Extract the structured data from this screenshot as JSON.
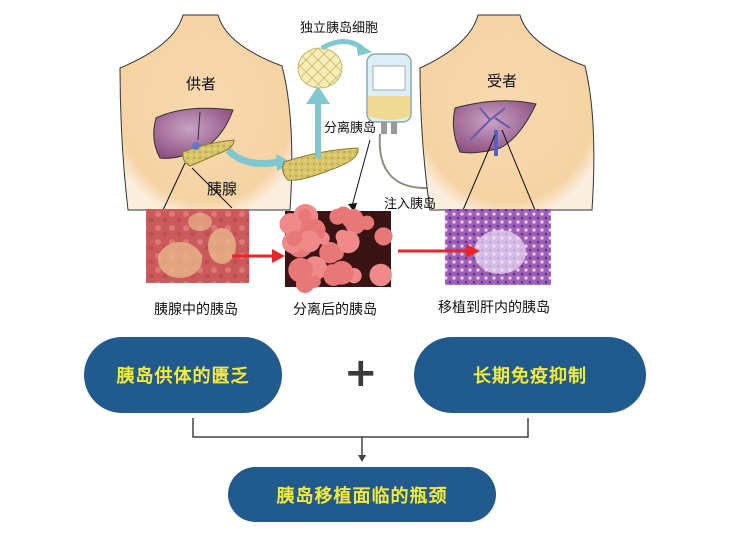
{
  "labels": {
    "donor": "供者",
    "recipient": "受者",
    "isolated_cells": "独立胰岛细胞",
    "isolate_islets": "分离胰岛",
    "pancreas": "胰腺",
    "inject_islets": "注入胰岛"
  },
  "captions": [
    "胰腺中的胰岛",
    "分离后的胰岛",
    "移植到肝内的胰岛"
  ],
  "flow": {
    "left": "胰岛供体的匮乏",
    "plus": "+",
    "right": "长期免疫抑制",
    "result": "胰岛移植面临的瓶颈"
  },
  "colors": {
    "pill": "#215A8C",
    "pill_text": "#F4EA3C",
    "skin": "#F6D6A8",
    "liver": "#9C5E8E",
    "pancreas": "#D9C46A",
    "arrow_teal": "#7FC8D0",
    "arrow_red": "#E8262A"
  }
}
